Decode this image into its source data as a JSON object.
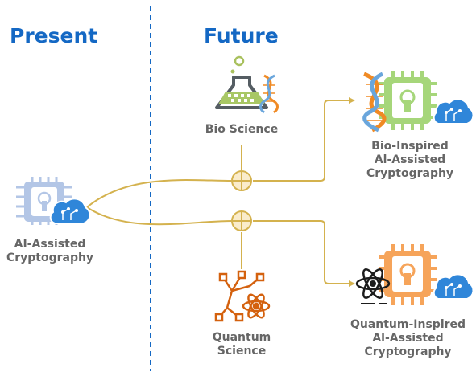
{
  "headings": {
    "present": "Present",
    "future": "Future"
  },
  "nodes": {
    "ai_crypto": {
      "lines": [
        "AI-Assisted",
        "Cryptography"
      ]
    },
    "bio_science": {
      "lines": [
        "Bio Science"
      ]
    },
    "quantum_science": {
      "lines": [
        "Quantum",
        "Science"
      ]
    },
    "bio_crypto": {
      "lines": [
        "Bio-Inspired",
        "Al-Assisted",
        "Cryptography"
      ]
    },
    "quantum_crypto": {
      "lines": [
        "Quantum-Inspired",
        "Al-Assisted",
        "Cryptography"
      ]
    }
  },
  "colors": {
    "heading": "#1468c4",
    "divider": "#1468c4",
    "connector": "#d4b24e",
    "label": "#666666",
    "chip_present": "#b3c6e6",
    "chip_bio": "#a6d67a",
    "chip_quantum": "#f6a45a",
    "cloud": "#2f86d9",
    "dna_orange": "#f08a24",
    "dna_blue": "#6aa6dc",
    "quantum_orange": "#d4610e"
  },
  "icons": {
    "present_chip": "chip-lock-cloud-icon",
    "bio": "flask-dna-icon",
    "quantum": "network-atom-icon",
    "bio_chip": "dna-chip-lock-cloud-icon",
    "quantum_chip": "atom-chip-lock-cloud-icon",
    "junction": "plus-circle-icon"
  }
}
